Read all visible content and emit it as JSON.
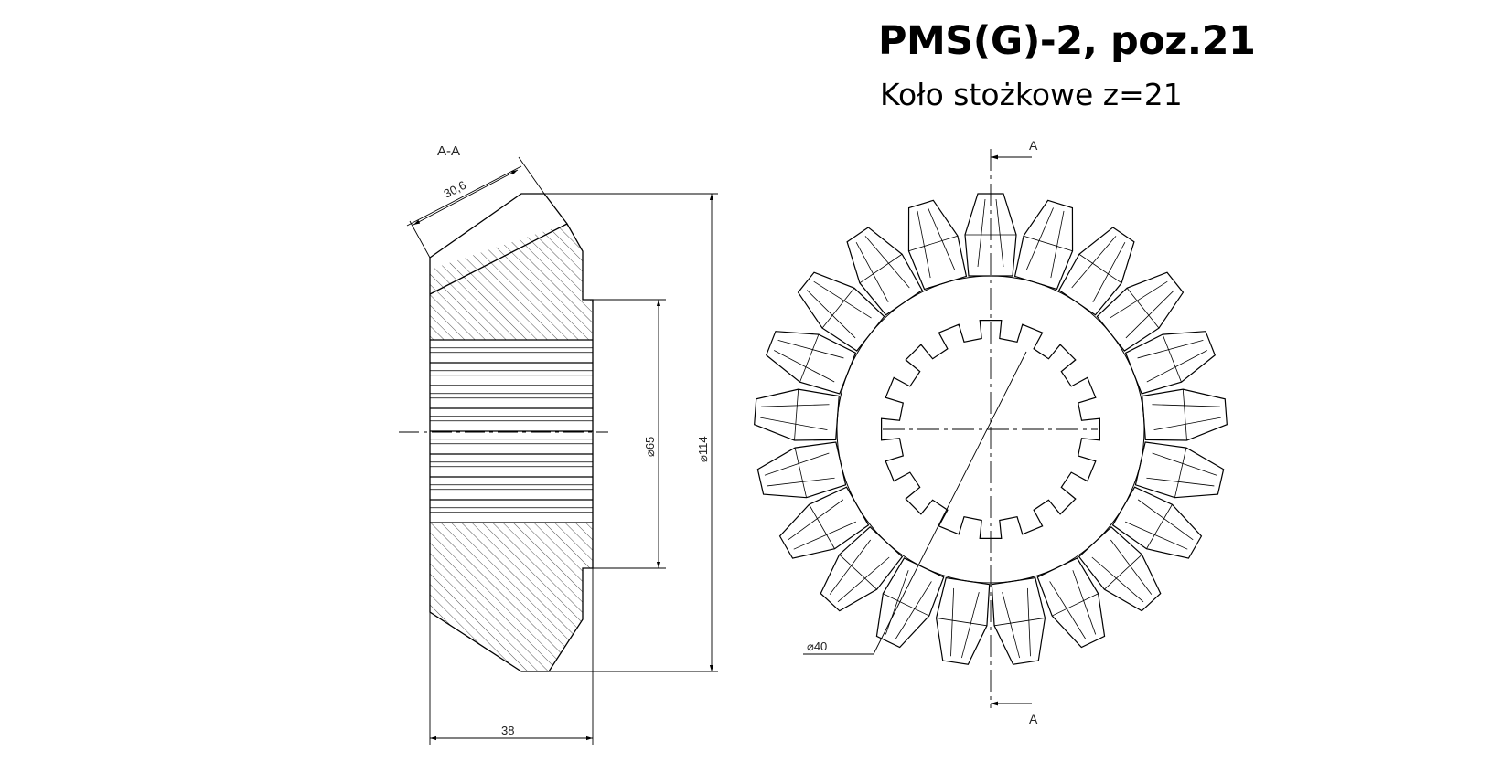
{
  "header": {
    "title": "PMS(G)-2, poz.21",
    "subtitle": "Koło stożkowe z=21"
  },
  "section_view": {
    "label": "A-A",
    "dim_face": "30,6",
    "dim_width": "38",
    "dim_bore": "⌀65",
    "dim_outer": "⌀114"
  },
  "front_view": {
    "section_marker_top": "A",
    "section_marker_bottom": "A",
    "dim_inner": "⌀40",
    "teeth": 21,
    "splines": 16
  },
  "colors": {
    "line": "#000000",
    "hatch": "#555555",
    "paper": "#ffffff"
  }
}
